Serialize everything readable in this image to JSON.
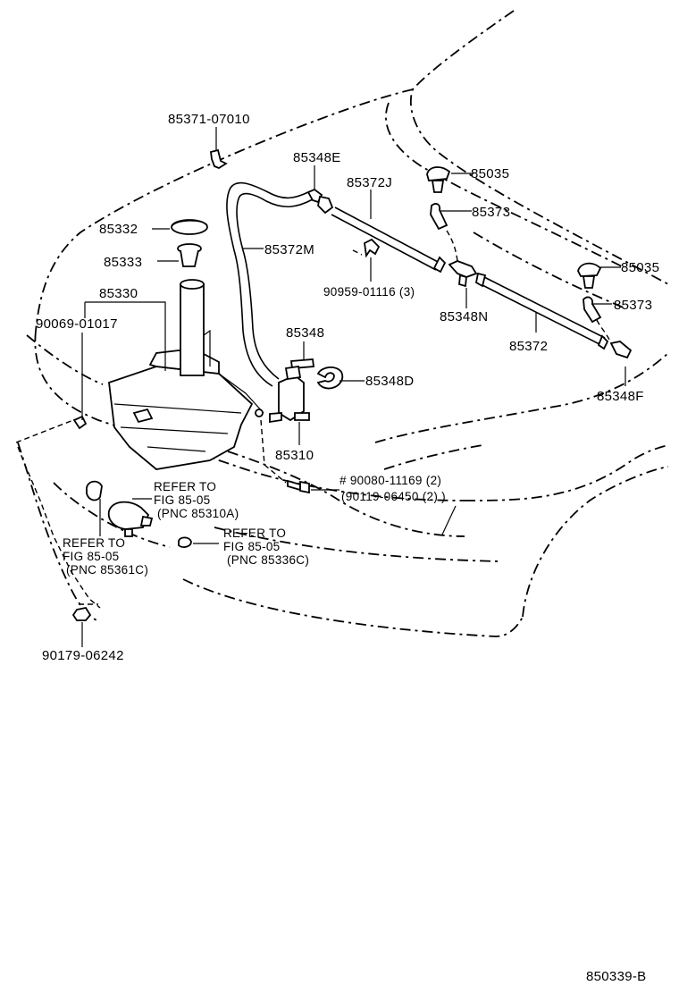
{
  "labels": {
    "p85371": "85371-07010",
    "p85348E": "85348E",
    "p85372J": "85372J",
    "p85035a": "85035",
    "p85332": "85332",
    "p85373a": "85373",
    "p85372M": "85372M",
    "p85333": "85333",
    "p85035b": "85035",
    "p90959": "90959-01116 (3)",
    "p85330": "85330",
    "p85373b": "85373",
    "p85348N": "85348N",
    "p90069": "90069-01017",
    "p85348": "85348",
    "p85372": "85372",
    "p85348D": "85348D",
    "p85348F": "85348F",
    "p85310": "85310",
    "p90080": "# 90080-11169 (2)",
    "p90119": "(90119-06450 (2) )",
    "p90179": "90179-06242",
    "diagram_id": "850339-B"
  },
  "refs": {
    "ref1_l1": "REFER TO",
    "ref1_l2": "FIG 85-05",
    "ref1_l3": "(PNC 85310A)",
    "ref2_l1": "REFER TO",
    "ref2_l2": "FIG 85-05",
    "ref2_l3": "(PNC 85361C)",
    "ref3_l1": "REFER TO",
    "ref3_l2": "FIG 85-05",
    "ref3_l3": "(PNC 85336C)"
  }
}
